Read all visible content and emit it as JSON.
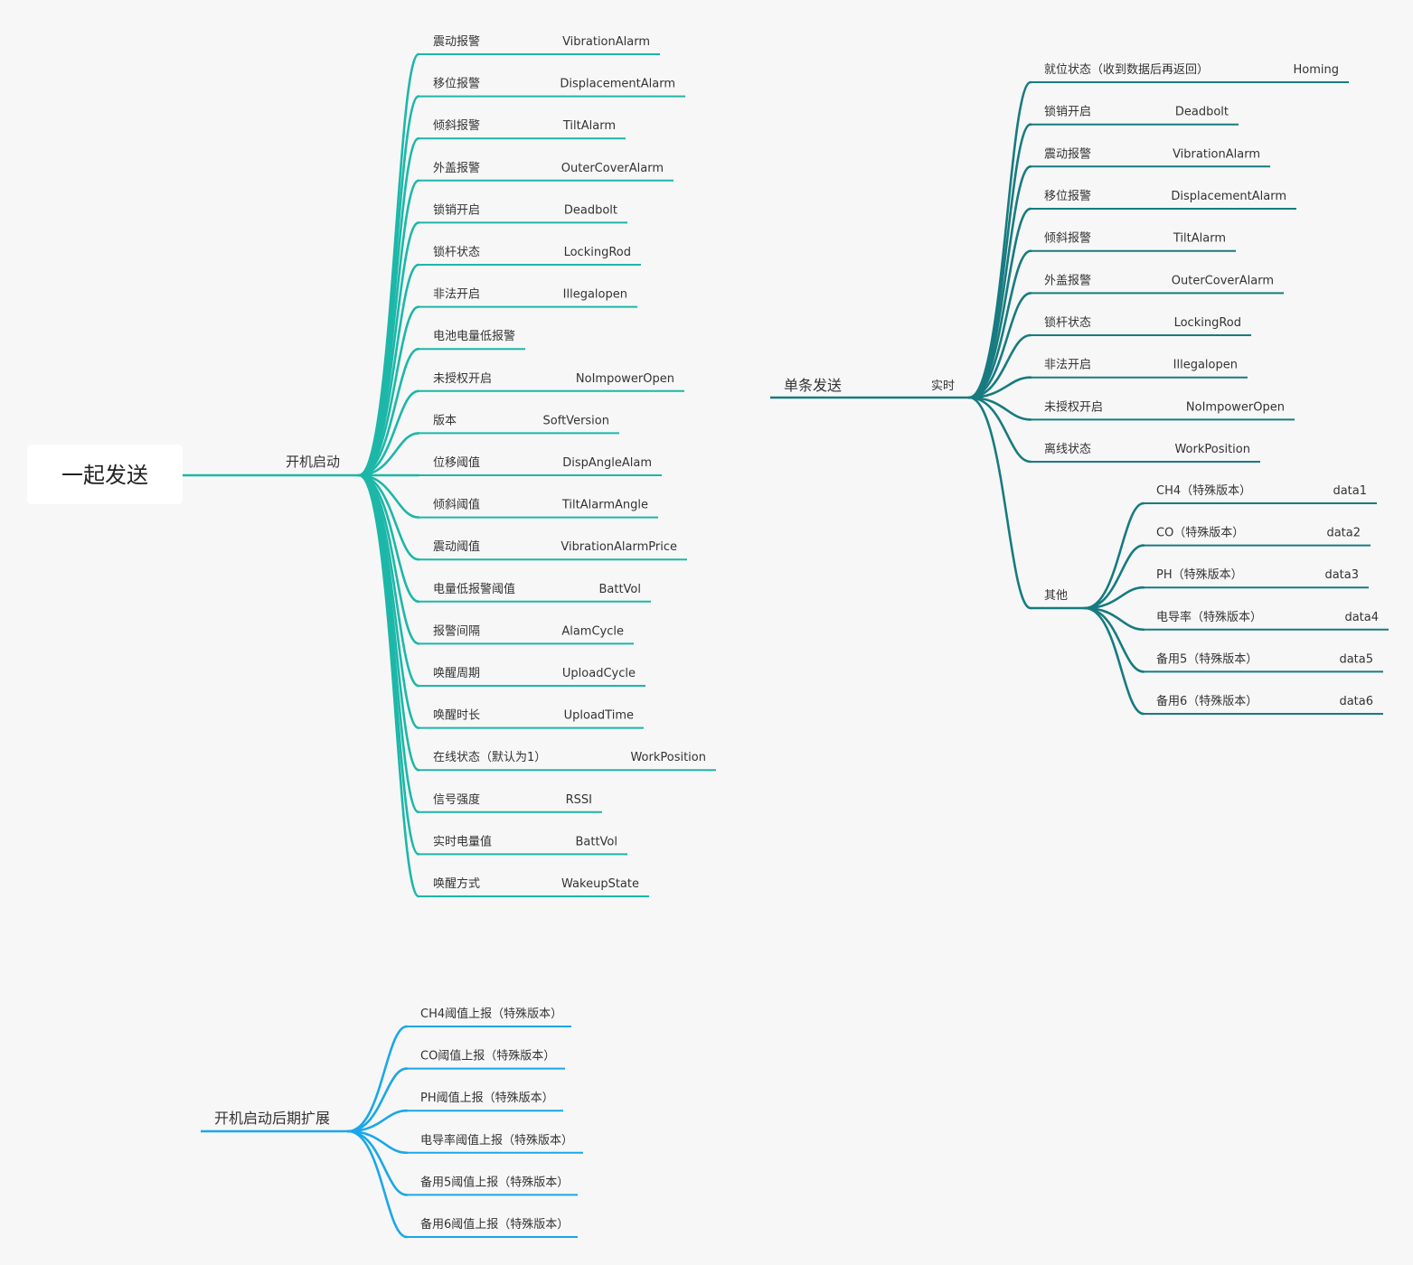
{
  "colors": {
    "background": "#F7F7F7",
    "root_box": "#FFFFFF",
    "text": "#333333",
    "boot_branch": "#1CB7A8",
    "single_branch": "#177B80",
    "extension_branch": "#1AA7E8"
  },
  "root": {
    "label": "一起发送"
  },
  "boot": {
    "label": "开机启动",
    "items": [
      {
        "label": "震动报警",
        "value": "VibrationAlarm"
      },
      {
        "label": "移位报警",
        "value": "DisplacementAlarm"
      },
      {
        "label": "倾斜报警",
        "value": "TiltAlarm"
      },
      {
        "label": "外盖报警",
        "value": "OuterCoverAlarm"
      },
      {
        "label": "锁销开启",
        "value": "Deadbolt"
      },
      {
        "label": "锁杆状态",
        "value": "LockingRod"
      },
      {
        "label": "非法开启",
        "value": "Illegalopen"
      },
      {
        "label": "电池电量低报警"
      },
      {
        "label": "未授权开启",
        "value": "NoImpowerOpen"
      },
      {
        "label": "版本",
        "value": "SoftVersion"
      },
      {
        "label": "位移阈值",
        "value": "DispAngleAlam"
      },
      {
        "label": "倾斜阈值",
        "value": "TiltAlarmAngle"
      },
      {
        "label": "震动阈值",
        "value": "VibrationAlarmPrice"
      },
      {
        "label": "电量低报警阈值",
        "value": "BattVol"
      },
      {
        "label": "报警间隔",
        "value": "AlamCycle"
      },
      {
        "label": "唤醒周期",
        "value": "UploadCycle"
      },
      {
        "label": "唤醒时长",
        "value": "UploadTime"
      },
      {
        "label": "在线状态（默认为1）",
        "value": "WorkPosition"
      },
      {
        "label": "信号强度",
        "value": "RSSI"
      },
      {
        "label": "实时电量值",
        "value": "BattVol"
      },
      {
        "label": "唤醒方式",
        "value": "WakeupState"
      }
    ]
  },
  "single": {
    "label": "单条发送",
    "realtime": {
      "label": "实时",
      "items": [
        {
          "label": "就位状态（收到数据后再返回）",
          "value": "Homing"
        },
        {
          "label": "锁销开启",
          "value": "Deadbolt"
        },
        {
          "label": "震动报警",
          "value": "VibrationAlarm"
        },
        {
          "label": "移位报警",
          "value": "DisplacementAlarm"
        },
        {
          "label": "倾斜报警",
          "value": "TiltAlarm"
        },
        {
          "label": "外盖报警",
          "value": "OuterCoverAlarm"
        },
        {
          "label": "锁杆状态",
          "value": "LockingRod"
        },
        {
          "label": "非法开启",
          "value": "Illegalopen"
        },
        {
          "label": "未授权开启",
          "value": "NoImpowerOpen"
        },
        {
          "label": "离线状态",
          "value": "WorkPosition"
        }
      ],
      "other": {
        "label": "其他",
        "items": [
          {
            "label": "CH4（特殊版本）",
            "value": "data1"
          },
          {
            "label": "CO（特殊版本）",
            "value": "data2"
          },
          {
            "label": "PH（特殊版本）",
            "value": "data3"
          },
          {
            "label": "电导率（特殊版本）",
            "value": "data4"
          },
          {
            "label": "备用5（特殊版本）",
            "value": "data5"
          },
          {
            "label": "备用6（特殊版本）",
            "value": "data6"
          }
        ]
      }
    }
  },
  "extension": {
    "label": "开机启动后期扩展",
    "items": [
      {
        "label": "CH4阈值上报（特殊版本）"
      },
      {
        "label": "CO阈值上报（特殊版本）"
      },
      {
        "label": "PH阈值上报（特殊版本）"
      },
      {
        "label": "电导率阈值上报（特殊版本）"
      },
      {
        "label": "备用5阈值上报（特殊版本）"
      },
      {
        "label": "备用6阈值上报（特殊版本）"
      }
    ]
  }
}
